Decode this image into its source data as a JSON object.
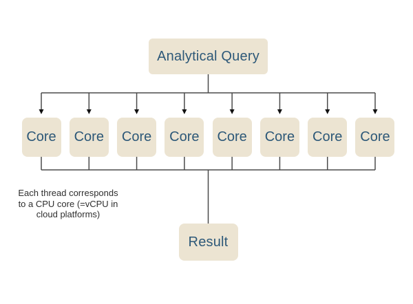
{
  "diagram": {
    "root_node": {
      "label": "Analytical Query"
    },
    "core_nodes": [
      {
        "label": "Core"
      },
      {
        "label": "Core"
      },
      {
        "label": "Core"
      },
      {
        "label": "Core"
      },
      {
        "label": "Core"
      },
      {
        "label": "Core"
      },
      {
        "label": "Core"
      },
      {
        "label": "Core"
      }
    ],
    "result_node": {
      "label": "Result"
    },
    "annotation": {
      "lines": [
        "Each thread corresponds",
        "to a CPU core (=vCPU in",
        "cloud platforms)"
      ]
    },
    "colors": {
      "background": "#ffffff",
      "node_fill": "#ece4d2",
      "node_text": "#2d5878",
      "connector_line": "#4a4a4a",
      "arrowhead": "#111111",
      "annotation_text": "#2e2e2e"
    }
  }
}
